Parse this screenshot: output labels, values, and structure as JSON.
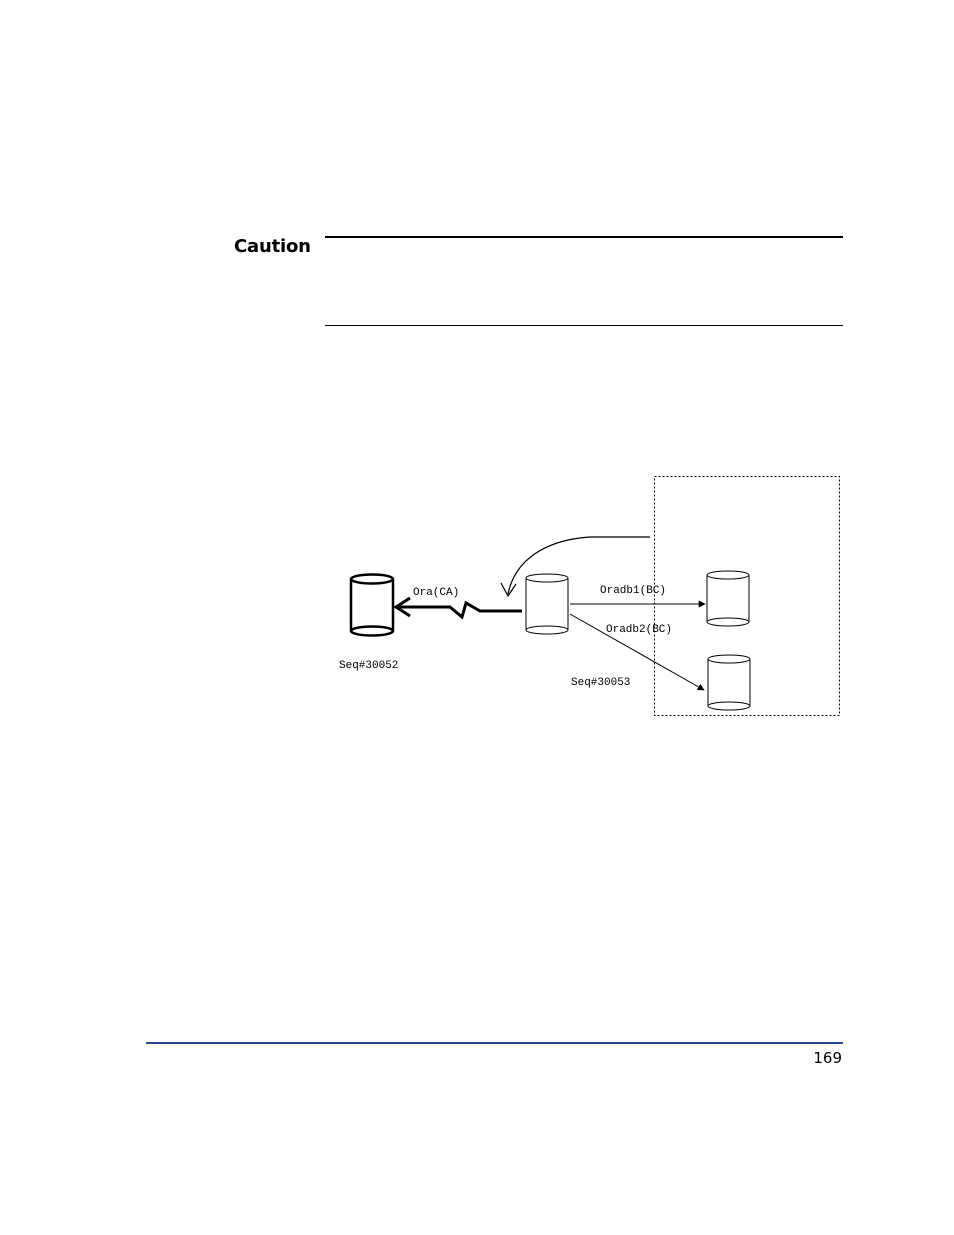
{
  "caution": {
    "label": "Caution"
  },
  "diagram": {
    "link_ca_label": "Ora(CA)",
    "link_bc1_label": "Oradb1(BC)",
    "link_bc2_label": "Oradb2(BC)",
    "left_seq": "Seq#30052",
    "right_seq": "Seq#30053"
  },
  "footer": {
    "page_number": "169"
  }
}
